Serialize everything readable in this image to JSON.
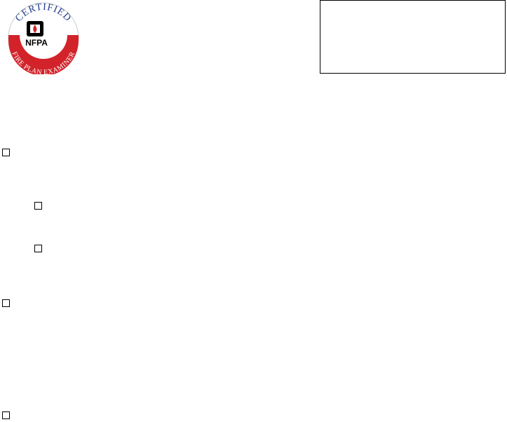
{
  "logo": {
    "top_text": "CERTIFIED",
    "center_text": "NFPA",
    "bottom_text": "FIRE PLAN EXAMINER",
    "colors": {
      "blue": "#1f3a8f",
      "red": "#d2232a",
      "black": "#000000"
    }
  },
  "checkboxes": [
    {
      "checked": false
    },
    {
      "checked": false
    },
    {
      "checked": false
    },
    {
      "checked": false
    },
    {
      "checked": false
    }
  ]
}
